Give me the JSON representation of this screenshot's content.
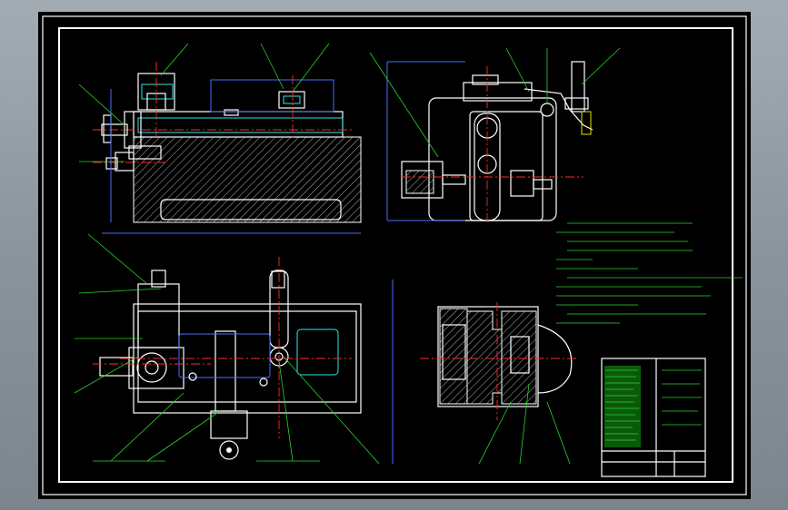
{
  "viewport": {
    "background": "#9aa2aa"
  },
  "drawing": {
    "paper_color": "#000000",
    "line_colors": {
      "outline": "#ffffff",
      "hidden": "#4a6cff",
      "center": "#ff2a2a",
      "leader": "#2cd52c",
      "section": "#2ee6e6",
      "tool": "#e6e600"
    },
    "views": [
      "front-view",
      "side-view",
      "top-view",
      "section-view"
    ],
    "title_block": {
      "present": true
    }
  }
}
